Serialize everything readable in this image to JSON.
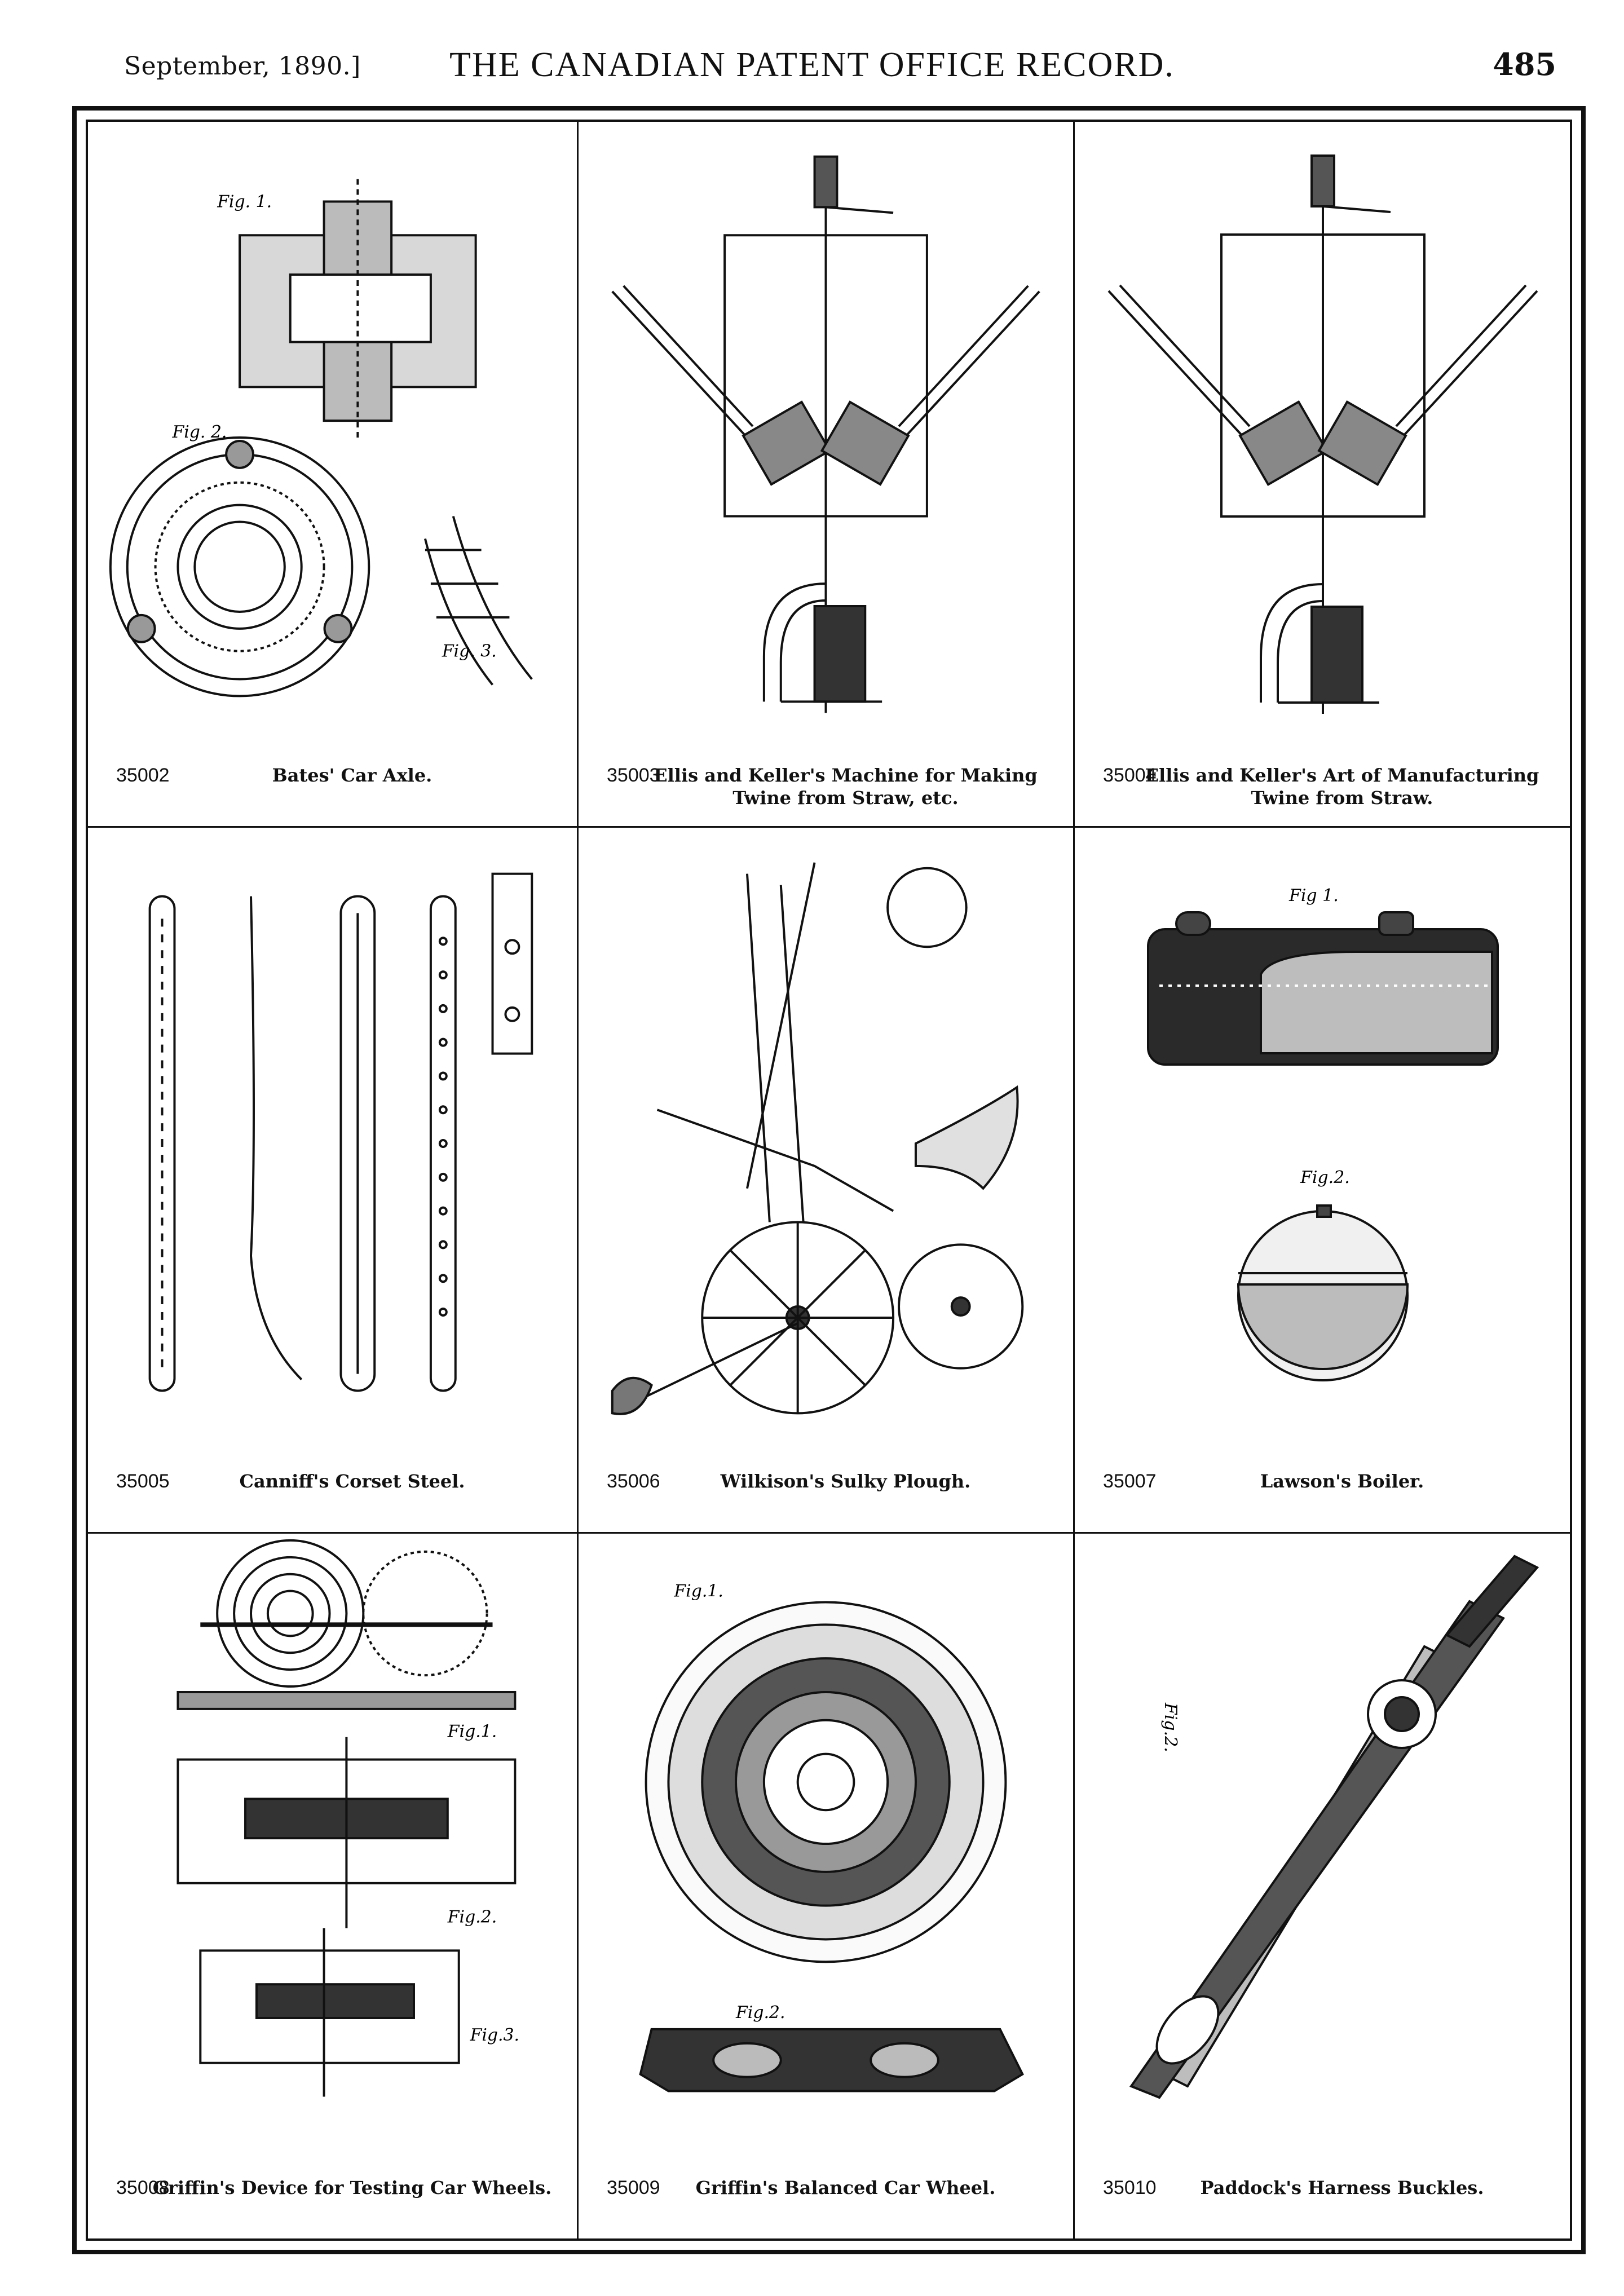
{
  "header": {
    "left": "September, 1890.]",
    "title": "THE CANADIAN PATENT OFFICE RECORD.",
    "page": "485"
  },
  "panels": [
    {
      "number": "35002",
      "line1": "Bates' Car Axle.",
      "line2": "",
      "figs": [
        "Fig. 1.",
        "Fig. 2.",
        "Fig. 3."
      ]
    },
    {
      "number": "35003",
      "line1": "Ellis and Keller's Machine for Making",
      "line2": "Twine from Straw, etc.",
      "figs": []
    },
    {
      "number": "35004",
      "line1": "Ellis and Keller's Art of Manufacturing",
      "line2": "Twine from Straw.",
      "figs": []
    },
    {
      "number": "35005",
      "line1": "Canniff's Corset Steel.",
      "line2": "",
      "figs": []
    },
    {
      "number": "35006",
      "line1": "Wilkison's Sulky Plough.",
      "line2": "",
      "figs": []
    },
    {
      "number": "35007",
      "line1": "Lawson's Boiler.",
      "line2": "",
      "figs": [
        "Fig 1.",
        "Fig.2."
      ]
    },
    {
      "number": "35008",
      "line1": "Griffin's Device for Testing Car Wheels.",
      "line2": "",
      "figs": [
        "Fig.1.",
        "Fig.2.",
        "Fig.3."
      ]
    },
    {
      "number": "35009",
      "line1": "Griffin's Balanced Car Wheel.",
      "line2": "",
      "figs": [
        "Fig.1.",
        "Fig.2."
      ]
    },
    {
      "number": "35010",
      "line1": "Paddock's Harness Buckles.",
      "line2": "",
      "figs": [
        "Fig.2."
      ]
    }
  ]
}
